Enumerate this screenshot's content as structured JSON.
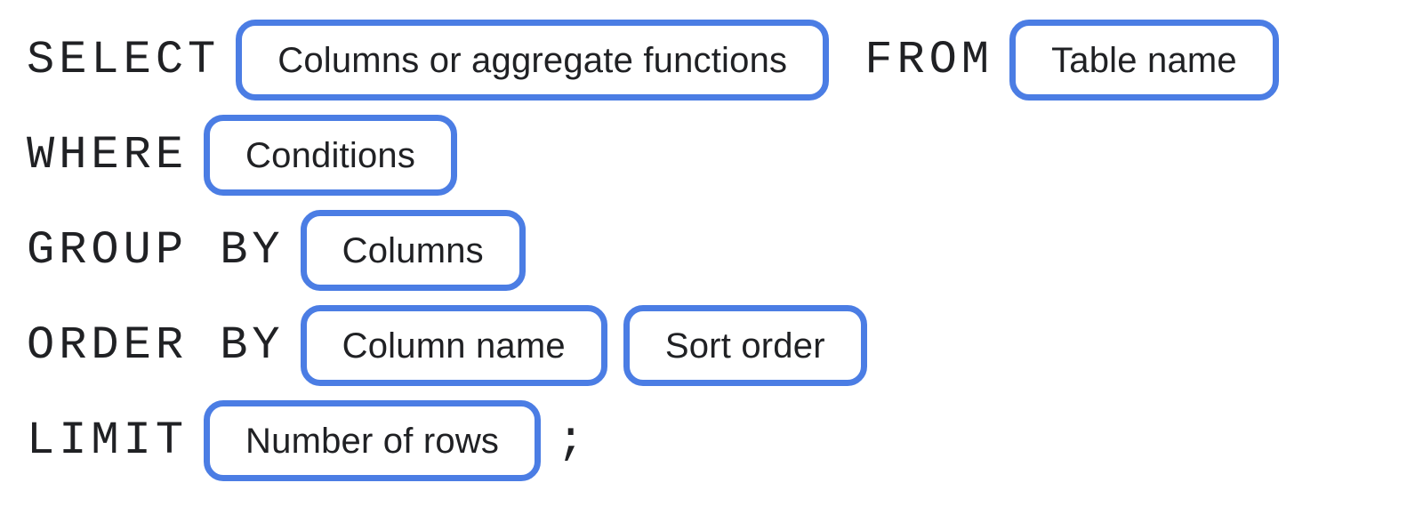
{
  "colors": {
    "box_border": "#4b7de4",
    "text": "#202124",
    "background": "#ffffff"
  },
  "diagram": {
    "description": "SQL SELECT statement syntax template",
    "line1": {
      "keyword1": "SELECT",
      "box1": "Columns or aggregate functions",
      "keyword2": "FROM",
      "box2": "Table name"
    },
    "line2": {
      "keyword": "WHERE",
      "box": "Conditions"
    },
    "line3": {
      "keyword": "GROUP BY",
      "box": "Columns"
    },
    "line4": {
      "keyword": "ORDER BY",
      "box1": "Column name",
      "box2": "Sort order"
    },
    "line5": {
      "keyword": "LIMIT",
      "box": "Number of rows",
      "terminator": ";"
    }
  }
}
